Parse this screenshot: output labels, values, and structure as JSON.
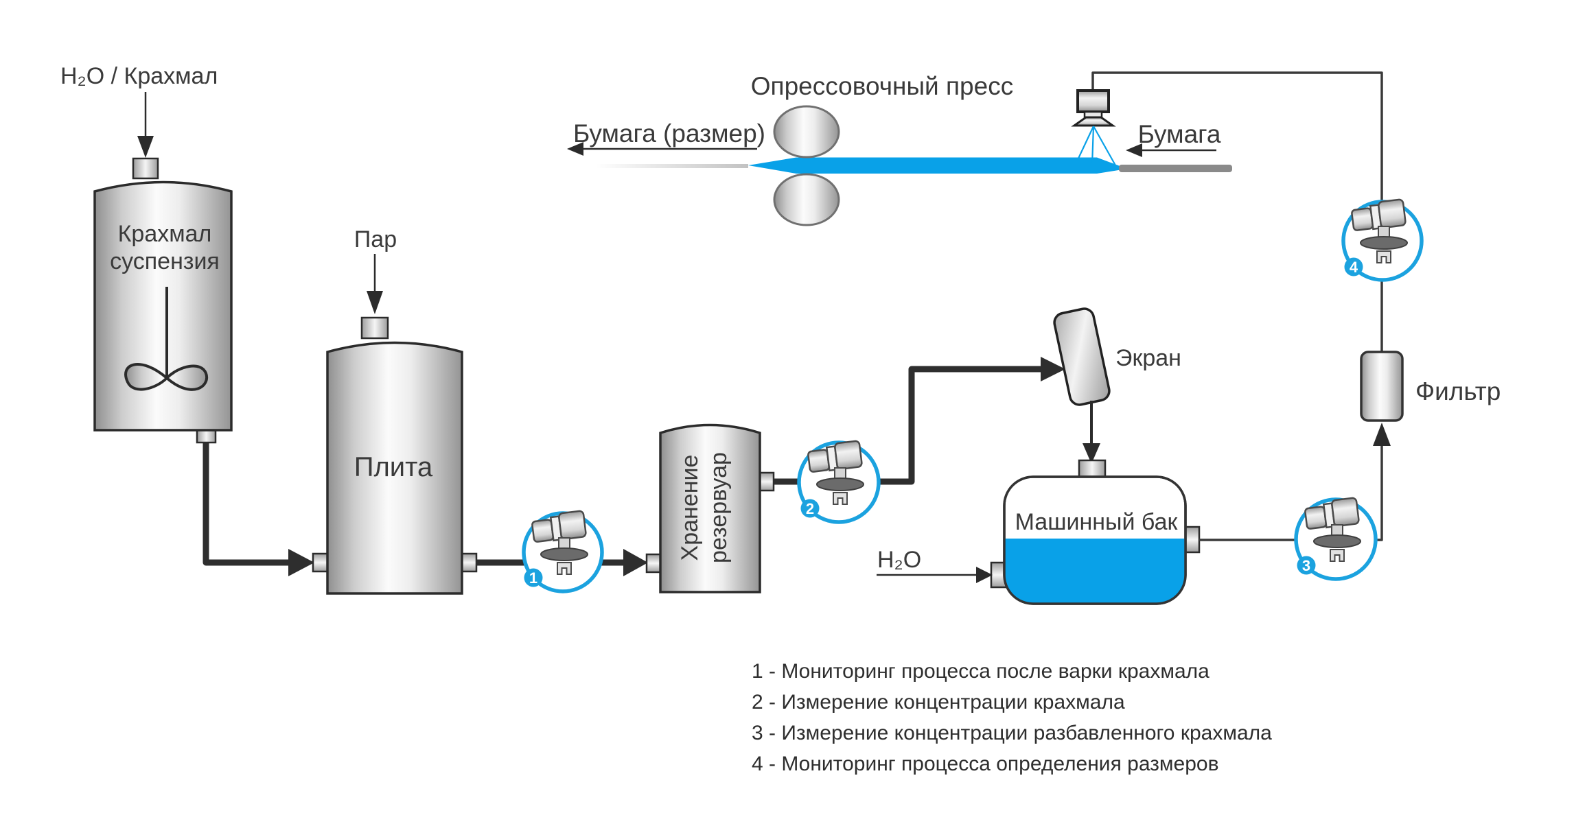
{
  "labels": {
    "feed_input": "H₂O / Крахмал",
    "steam": "Пар",
    "press_title": "Опрессовочный пресс",
    "paper_out": "Бумага (размер)",
    "paper_in": "Бумага",
    "screen": "Экран",
    "filter": "Фильтр",
    "machine_tank": "Машинный бак",
    "water": "H₂O"
  },
  "vessels": {
    "slurry_tank": {
      "line1": "Крахмал",
      "line2": "суспензия"
    },
    "cooker": {
      "label": "Плита"
    },
    "storage": {
      "line1": "Хранение",
      "line2": "резервуар"
    }
  },
  "sensor_badges": [
    "1",
    "2",
    "3",
    "4"
  ],
  "legend_lines": [
    "1 - Мониторинг процесса после варки крахмала",
    "2 - Измерение концентрации крахмала",
    "3 - Измерение концентрации разбавленного крахмала",
    "4 - Мониторинг процесса определения размеров"
  ],
  "colors": {
    "accent_blue": "#09A1E8",
    "sensor_ring": "#1BA2DF",
    "line_dark": "#2e2e2e",
    "paper_gray": "#8A8A8A"
  }
}
